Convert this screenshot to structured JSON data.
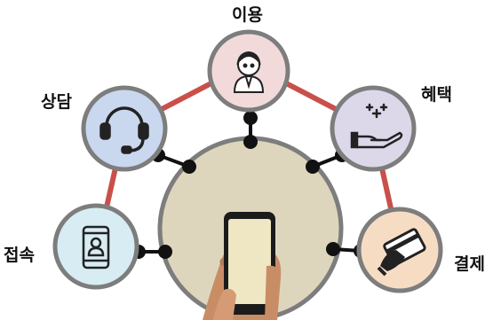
{
  "labels": {
    "top": "이용",
    "upper_left": "상담",
    "upper_right": "혜택",
    "lower_left": "접속",
    "lower_right": "결제"
  },
  "colors": {
    "ring_line": "#c9504a",
    "connector": "#111111",
    "node_border": "#7d7d7d",
    "hub_fill": "#ddd6bd",
    "top_fill": "#f2dadb",
    "upper_left_fill": "#c9d8ef",
    "upper_right_fill": "#dcd8ea",
    "lower_left_fill": "#d7ecf3",
    "lower_right_fill": "#f7dcc4",
    "phone_screen": "#efe6c4"
  },
  "icons": {
    "top": "user-icon",
    "upper_left": "headset-icon",
    "upper_right": "hand-sparkle-icon",
    "lower_left": "phone-contact-icon",
    "lower_right": "card-payment-icon",
    "hub": "hand-holding-phone-icon"
  }
}
